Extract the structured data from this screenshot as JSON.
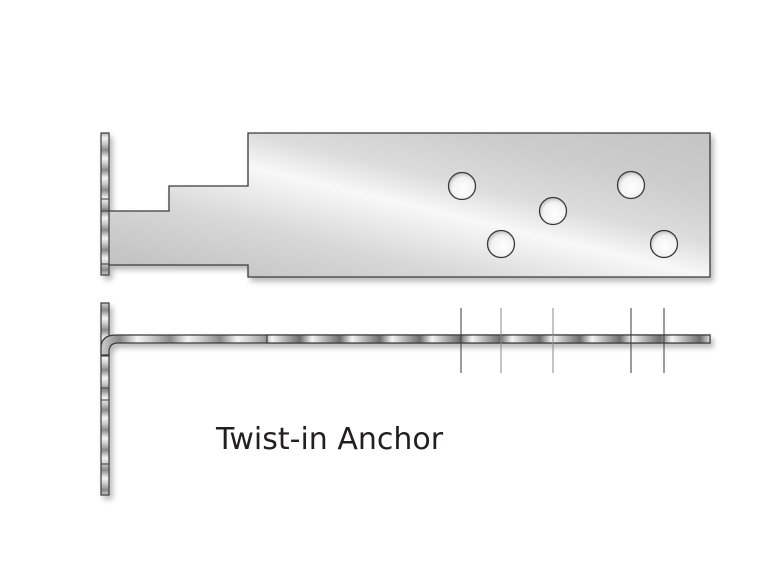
{
  "title": "Twist-in Anchor",
  "diagram": {
    "type": "technical-illustration",
    "views": [
      {
        "name": "top-view",
        "description": "Flat stepped plate with five holes, attached to a narrow flange on the left",
        "hole_count": 5
      },
      {
        "name": "side-view",
        "description": "L-shaped twisted strip with reference lines aligned to hole positions",
        "reference_line_count": 5
      }
    ],
    "colors": {
      "outline": "#3a3a3a",
      "metal_light": "#f4f4f4",
      "metal_mid": "#cfcfcf",
      "metal_dark": "#8a8a8a",
      "text": "#231f20"
    }
  }
}
